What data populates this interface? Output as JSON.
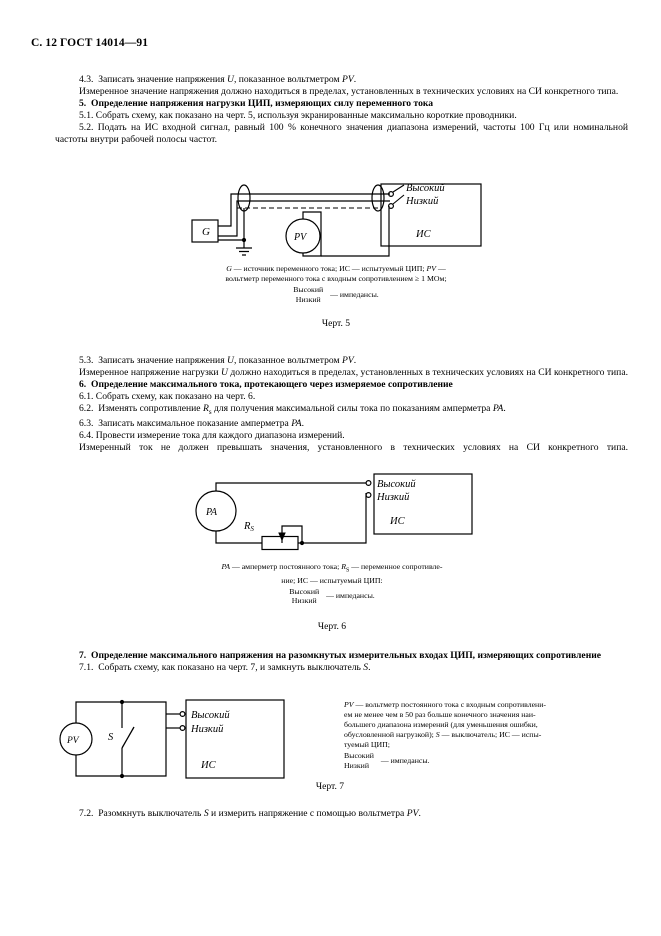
{
  "header": {
    "page_mark": "С. 12 ГОСТ 14014—91"
  },
  "section4": {
    "p1": "4.3.  Записать значение напряжения U, показанное вольтметром PV.",
    "p1_num": "4.3.",
    "p1_rest_a": "Записать значение напряжения ",
    "p1_u": "U",
    "p1_rest_b": ", показанное вольтметром ",
    "p1_pv": "PV",
    "p1_end": ".",
    "p2": "Измеренное значение напряжения должно находиться в пределах, установленных в технических условиях на СИ конкретного типа."
  },
  "section5": {
    "heading_num": "5.",
    "heading": "Определение напряжения нагрузки ЦИП, измеряющих силу переменного тока",
    "p51": "5.1.  Собрать схему, как показано на черт.  5, используя экранированные максимально короткие проводники.",
    "p52": "5.2.  Подать на ИС входной сигнал, равный 100 % конечного значения диапазона измерений, частоты 100 Гц или номинальной частоты внутри рабочей полосы частот.",
    "p53_num": "5.3.",
    "p53_a": "Записать значение напряжения ",
    "p53_u": "U",
    "p53_b": ", показанное вольтметром ",
    "p53_pv": "PV",
    "p53_end": ".",
    "p53_follow_a": "Измеренное напряжение нагрузки ",
    "p53_follow_u": "U",
    "p53_follow_b": " должно находиться в пределах, установленных в технических условиях на СИ конкретного типа."
  },
  "figure5": {
    "source_label": "G",
    "meter_label": "PV",
    "terminal_high": "Высокий",
    "terminal_low": "Низкий",
    "device_label": "ИС",
    "caption_line1_a": "G",
    "caption_line1_b": " — источник переменного тока; ИС — испытуемый ЦИП; ",
    "caption_line1_c": "PV",
    "caption_line1_d": " —",
    "caption_line2": "вольтметр переменного тока с входным сопротивлением ≥ 1 МОм;",
    "caption_imp_high": "Высокий",
    "caption_imp_low": "Низкий",
    "caption_imp_tail": "— импедансы.",
    "number": "Черт. 5"
  },
  "section6": {
    "heading_num": "6.",
    "heading": "Определение максимального тока, протекающего через измеряемое сопротивление",
    "p61": "6.1.  Собрать схему, как показано на черт.  6.",
    "p62_num": "6.2.",
    "p62_a": "Изменять сопротивление ",
    "p62_r": "R",
    "p62_rsub": "s",
    "p62_b": " для получения максимальной силы тока по показаниям амперметра ",
    "p62_pa": "PA",
    "p62_end": ".",
    "p63_num": "6.3.",
    "p63_a": "Записать максимальное показание амперметра ",
    "p63_pa": "PA",
    "p63_end": ".",
    "p64": "6.4.  Провести измерение тока для каждого диапазона измерений.",
    "p_follow": "Измеренный ток не должен превышать значения, установленного в технических условиях на СИ конкретного типа."
  },
  "figure6": {
    "meter_label": "PA",
    "resistor_label": "R",
    "resistor_sub": "S",
    "terminal_high": "Высокий",
    "terminal_low": "Низкий",
    "device_label": "ИС",
    "caption_line1_a": "PA",
    "caption_line1_b": " — амперметр постоянного тока; ",
    "caption_line1_r": "R",
    "caption_line1_rsub": "S",
    "caption_line1_c": " — переменное сопротивле-",
    "caption_line2": "ние; ИС — испытуемый ЦИП:",
    "caption_imp_high": "Высокий",
    "caption_imp_low": "Низкий",
    "caption_imp_tail": "— импедансы.",
    "number": "Черт. 6"
  },
  "section7": {
    "heading_num": "7.",
    "heading": "Определение максимального напряжения на разомкнутых измерительных входах ЦИП, измеряющих сопротивление",
    "p71_num": "7.1.",
    "p71_a": "Собрать схему, как показано на черт. 7, и замкнуть выключатель ",
    "p71_s": "S",
    "p71_end": ".",
    "p72_num": "7.2.",
    "p72_a": "Разомкнуть выключатель ",
    "p72_s": "S",
    "p72_b": " и измерить напряжение с помощью вольтметра ",
    "p72_pv": "PV",
    "p72_end": "."
  },
  "figure7": {
    "meter_label": "PV",
    "switch_label": "S",
    "terminal_high": "Высокий",
    "terminal_low": "Низкий",
    "device_label": "ИС",
    "caption_line1_a": "PV",
    "caption_line1_b": " — вольтметр постоянного тока с входным сопротивлени-",
    "caption_line2": "ем не менее чем в 50 раз больше конечного значения наи-",
    "caption_line3": "большего диапазона измерений (для уменьшения ошибки,",
    "caption_line4_a": "обусловленной нагрузкой); ",
    "caption_line4_s": "S",
    "caption_line4_b": " — выключатель; ИС — испы-",
    "caption_line5": "туемый ЦИП;",
    "caption_imp_high": "Высокий",
    "caption_imp_low": "Низкий",
    "caption_imp_tail": "— импедансы.",
    "number": "Черт. 7"
  },
  "colors": {
    "ink": "#000000",
    "paper": "#ffffff"
  }
}
